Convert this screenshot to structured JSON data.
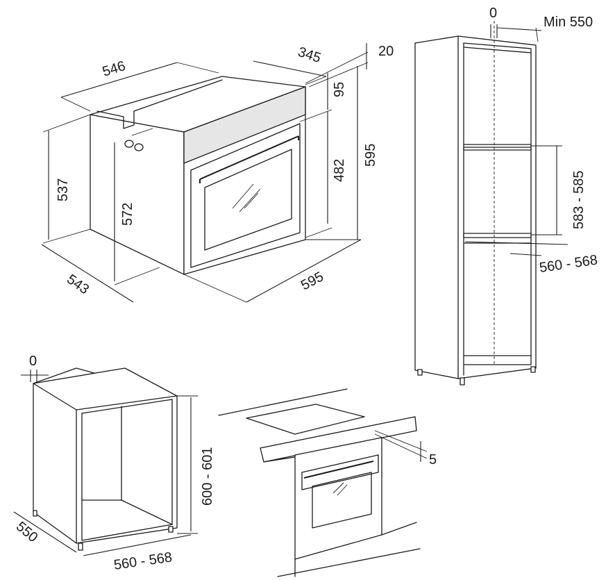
{
  "dimensions": {
    "oven_width_top": "546",
    "oven_depth_top": "345",
    "oven_offset": "20",
    "panel_height": "95",
    "oven_total_height": "595",
    "oven_side_height": "537",
    "oven_inner_height": "572",
    "door_height": "482",
    "oven_side_depth": "543",
    "oven_front_width": "595",
    "column_gap": "0",
    "column_min_depth": "Min 550",
    "column_niche_height": "583 - 585",
    "column_niche_width": "560 - 568",
    "base_gap": "0",
    "base_height": "600 - 601",
    "base_depth": "550",
    "base_width": "560 - 568",
    "worktop_gap": "5"
  }
}
